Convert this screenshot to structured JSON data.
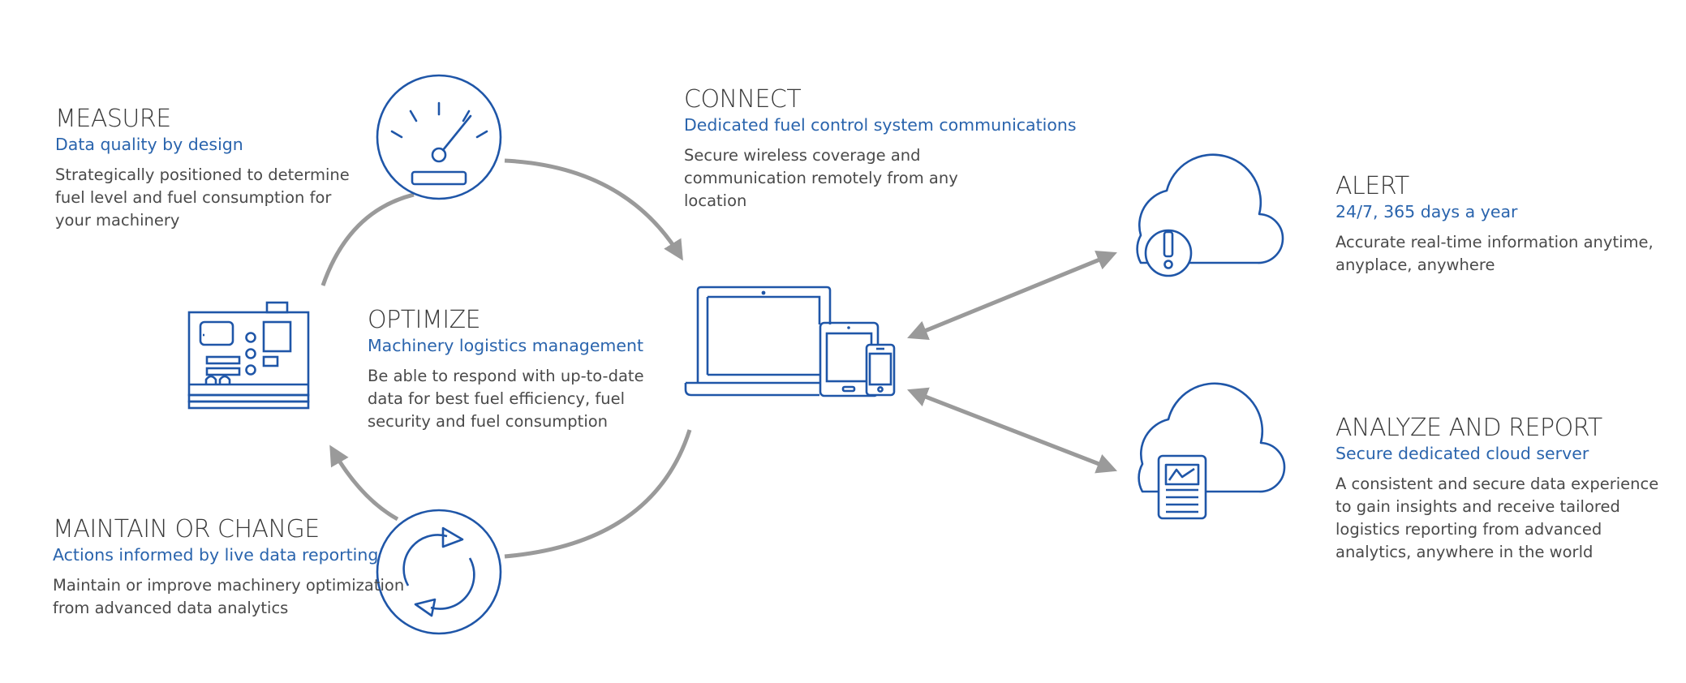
{
  "colors": {
    "icon_stroke": "#1f56a8",
    "arrow": "#9a9a9a",
    "title": "#3a3a3a",
    "subtitle": "#2a64ad",
    "text": "#4a4a4a"
  },
  "icons": {
    "measure": "gauge-icon",
    "optimize": "fuel-control-unit-icon",
    "maintain": "refresh-cycle-icon",
    "connect": "devices-icon",
    "alert": "cloud-alert-icon",
    "report": "cloud-report-icon"
  },
  "measure": {
    "title": "MEASURE",
    "subtitle": "Data quality by design",
    "lines": [
      "Strategically positioned to determine",
      "fuel level and fuel consumption for",
      "your machinery"
    ]
  },
  "connect": {
    "title": "CONNECT",
    "subtitle": "Dedicated fuel control system communications",
    "lines": [
      "Secure wireless coverage and",
      "communication remotely from any",
      "location"
    ]
  },
  "optimize": {
    "title": "OPTIMIZE",
    "subtitle": "Machinery logistics management",
    "lines": [
      "Be able to respond with up-to-date",
      "data for best fuel efficiency, fuel",
      "security and fuel consumption"
    ]
  },
  "maintain": {
    "title": "MAINTAIN OR CHANGE",
    "subtitle": "Actions informed by live data reporting",
    "lines": [
      "Maintain or improve machinery optimization",
      "from advanced data analytics"
    ]
  },
  "alert": {
    "title": "ALERT",
    "subtitle": "24/7, 365 days a year",
    "lines": [
      "Accurate real-time information anytime,",
      "anyplace, anywhere"
    ]
  },
  "analyze": {
    "title": "ANALYZE AND REPORT",
    "subtitle": "Secure dedicated cloud server",
    "lines": [
      "A consistent and secure data experience",
      "to gain insights and receive tailored",
      "logistics reporting from advanced",
      "analytics, anywhere in the world"
    ]
  }
}
